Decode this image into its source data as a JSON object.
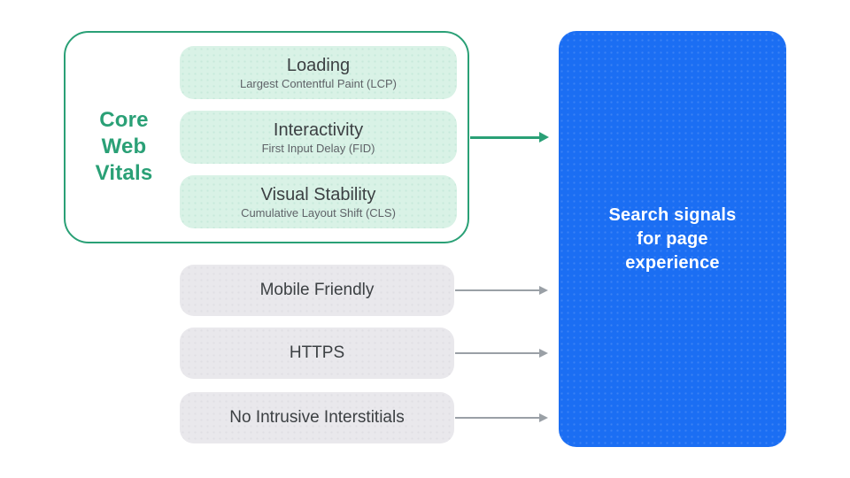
{
  "diagram_title": "Search signals for page experience",
  "colors": {
    "green_accent": "#2aa076",
    "green_pill_bg": "#d9f2e6",
    "gray_pill_bg": "#e9e8ec",
    "blue_box_bg": "#1b6ef3",
    "arrow_gray": "#9aa0a6",
    "pill_title_text": "#3c4043",
    "pill_subtitle_text": "#5f6368",
    "blue_box_text": "#ffffff"
  },
  "core_web_vitals": {
    "label": "Core\nWeb\nVitals",
    "items": [
      {
        "title": "Loading",
        "subtitle": "Largest Contentful Paint (LCP)"
      },
      {
        "title": "Interactivity",
        "subtitle": "First Input Delay (FID)"
      },
      {
        "title": "Visual Stability",
        "subtitle": "Cumulative Layout Shift (CLS)"
      }
    ]
  },
  "other_signals": [
    {
      "label": "Mobile Friendly"
    },
    {
      "label": "HTTPS"
    },
    {
      "label": "No Intrusive Interstitials"
    }
  ],
  "result_box": {
    "label": "Search signals\nfor page\nexperience"
  }
}
